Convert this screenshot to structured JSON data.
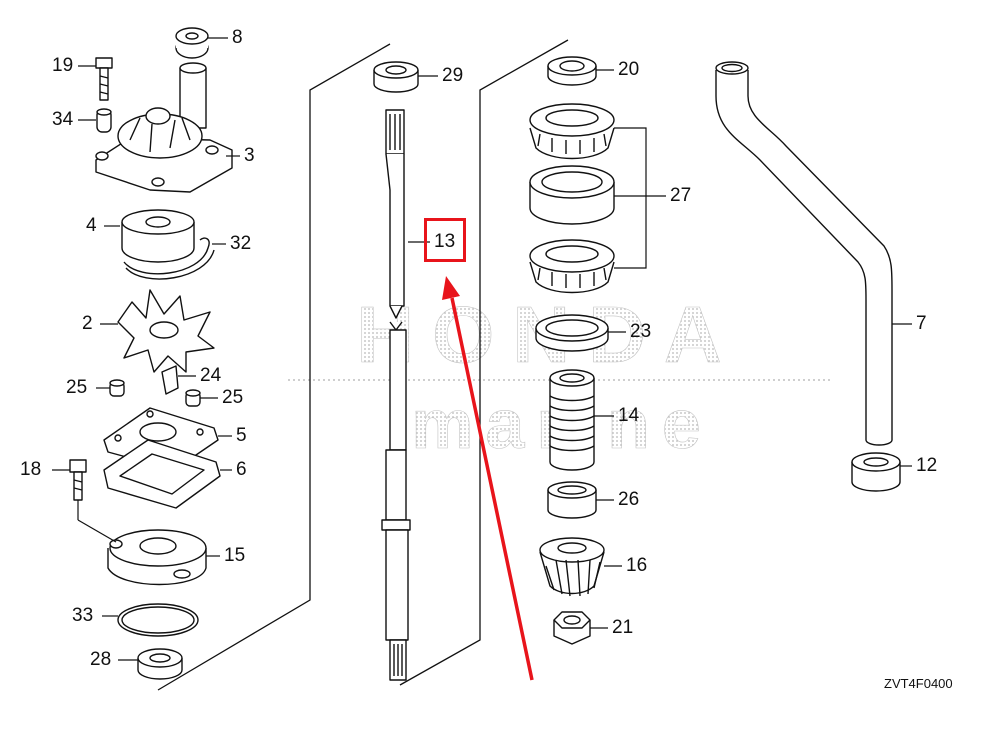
{
  "diagram": {
    "drawing_code": "ZVT4F0400",
    "watermark_line1": "HONDA",
    "watermark_line2": "marine",
    "highlighted_part": "13",
    "colors": {
      "line": "#111111",
      "highlight": "#e8141b",
      "watermark": "#c8c8c8"
    },
    "parts": [
      {
        "id": "p8",
        "number": "8"
      },
      {
        "id": "p19",
        "number": "19"
      },
      {
        "id": "p34",
        "number": "34"
      },
      {
        "id": "p3",
        "number": "3"
      },
      {
        "id": "p4",
        "number": "4"
      },
      {
        "id": "p32",
        "number": "32"
      },
      {
        "id": "p2",
        "number": "2"
      },
      {
        "id": "p24",
        "number": "24"
      },
      {
        "id": "p25a",
        "number": "25"
      },
      {
        "id": "p25b",
        "number": "25"
      },
      {
        "id": "p5",
        "number": "5"
      },
      {
        "id": "p18",
        "number": "18"
      },
      {
        "id": "p6",
        "number": "6"
      },
      {
        "id": "p15",
        "number": "15"
      },
      {
        "id": "p33",
        "number": "33"
      },
      {
        "id": "p28",
        "number": "28"
      },
      {
        "id": "p29",
        "number": "29"
      },
      {
        "id": "p13",
        "number": "13"
      },
      {
        "id": "p20",
        "number": "20"
      },
      {
        "id": "p27",
        "number": "27"
      },
      {
        "id": "p23",
        "number": "23"
      },
      {
        "id": "p14",
        "number": "14"
      },
      {
        "id": "p26",
        "number": "26"
      },
      {
        "id": "p16",
        "number": "16"
      },
      {
        "id": "p21",
        "number": "21"
      },
      {
        "id": "p7",
        "number": "7"
      },
      {
        "id": "p12",
        "number": "12"
      }
    ]
  }
}
